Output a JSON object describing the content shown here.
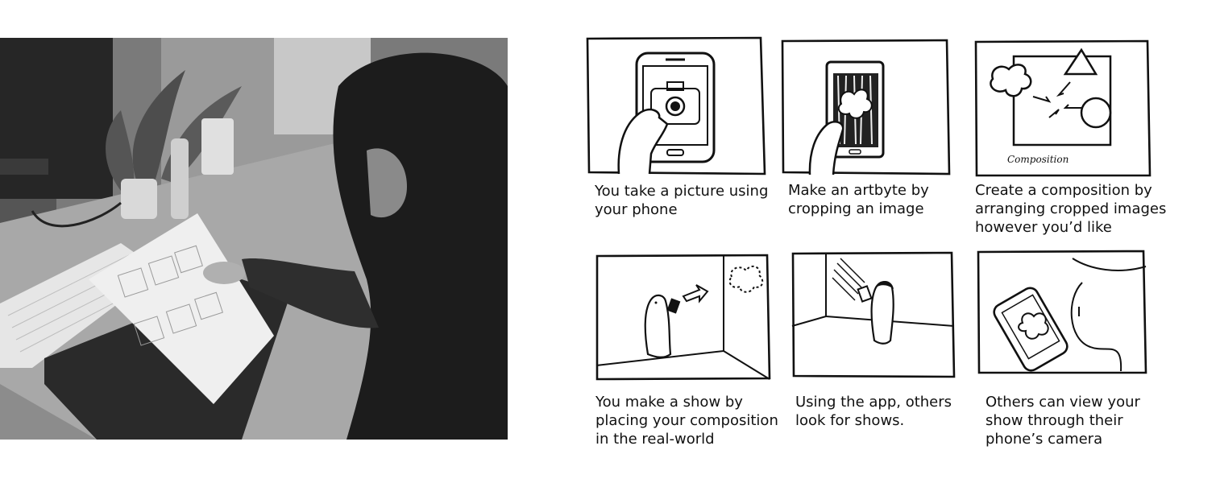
{
  "storyboard": {
    "panels": [
      {
        "id": "take-picture",
        "caption": "You take a picture using\nyour phone"
      },
      {
        "id": "make-artbyte",
        "caption": "Make an artbyte by\ncropping an image"
      },
      {
        "id": "create-composition",
        "caption": "Create a composition by\narranging cropped images\nhowever you’d like",
        "sketch_label": "Composition"
      },
      {
        "id": "make-show",
        "caption": "You make a show by\nplacing your composition\nin the real-world"
      },
      {
        "id": "look-for-shows",
        "caption": "Using the app, others\nlook for shows."
      },
      {
        "id": "view-show",
        "caption": "Others can view your\nshow through their\nphone’s camera"
      }
    ]
  }
}
